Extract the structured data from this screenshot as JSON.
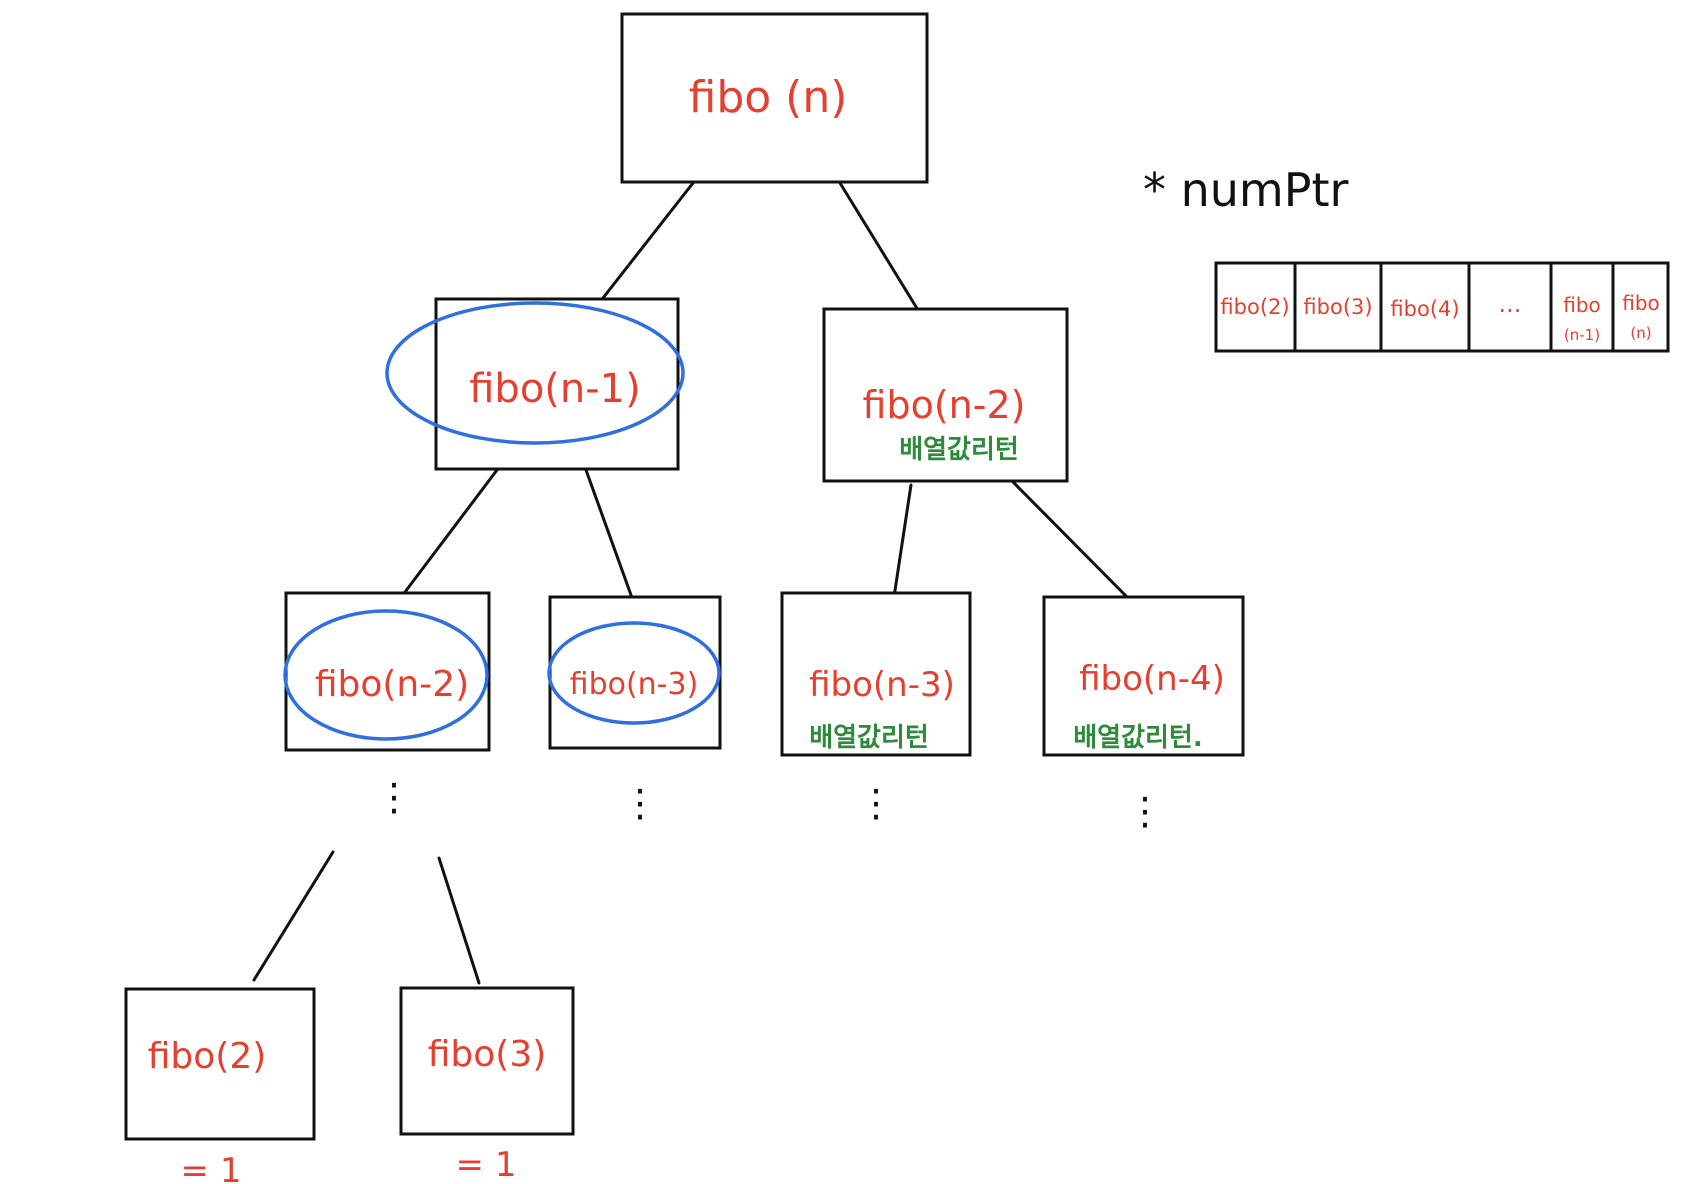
{
  "colors": {
    "ink": "#111111",
    "call_text": "#e5402f",
    "note_text": "#2e8b3c",
    "highlight": "#2f6fe0"
  },
  "tree": {
    "root": {
      "label": "fibo (n)"
    },
    "left": {
      "label": "fibo(n-1)",
      "highlighted": true
    },
    "right": {
      "label": "fibo(n-2)",
      "note": "배열값리턴"
    },
    "ll": {
      "label": "fibo(n-2)",
      "highlighted": true
    },
    "lr": {
      "label": "fibo(n-3)",
      "highlighted": true
    },
    "rl": {
      "label": "fibo(n-3)",
      "note": "배열값리턴"
    },
    "rr": {
      "label": "fibo(n-4)",
      "note": "배열값리턴."
    },
    "base_left": {
      "label": "fibo(2)",
      "result": "= 1"
    },
    "base_right": {
      "label": "fibo(3)",
      "result": "= 1"
    },
    "ellipsis": "⋮"
  },
  "memo": {
    "title": "* numPtr",
    "cells": [
      {
        "label": "fibo(2)"
      },
      {
        "label": "fibo(3)"
      },
      {
        "label": "fibo(4)"
      },
      {
        "label": "..."
      },
      {
        "label": "fibo",
        "sub": "(n-1)"
      },
      {
        "label": "fibo",
        "sub": "(n)"
      }
    ]
  }
}
